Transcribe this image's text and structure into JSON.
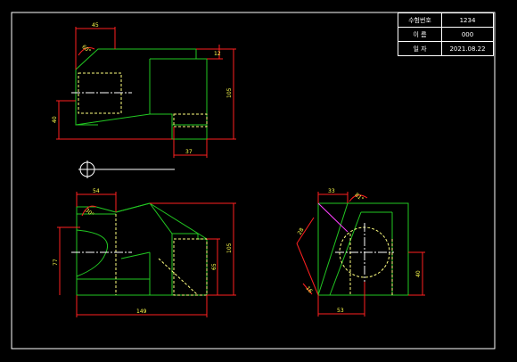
{
  "title_block": {
    "rows": [
      {
        "label": "수험번호",
        "value": "1234"
      },
      {
        "label": "이 름",
        "value": "000"
      },
      {
        "label": "일 자",
        "value": "2021.08.22"
      }
    ]
  },
  "dimensions": {
    "top_view": {
      "width": "45",
      "angle": "60°",
      "depth": "105",
      "step": "12",
      "left_height": "40",
      "bottom_width": "37"
    },
    "front_view": {
      "top_width": "54",
      "angle": "30°",
      "left_height": "77",
      "total_width": "149",
      "inner_height": "65",
      "total_height": "105"
    },
    "side_view": {
      "top_width": "33",
      "angle": "81°",
      "slant1": "28",
      "slant2": "16",
      "bottom_width": "53",
      "height": "40"
    }
  },
  "colors": {
    "object": "#22c822",
    "hidden": "#ffff80",
    "dimension": "#ff2020",
    "text": "#ffff4d",
    "border": "#ffffff",
    "magenta": "#ff40ff"
  }
}
